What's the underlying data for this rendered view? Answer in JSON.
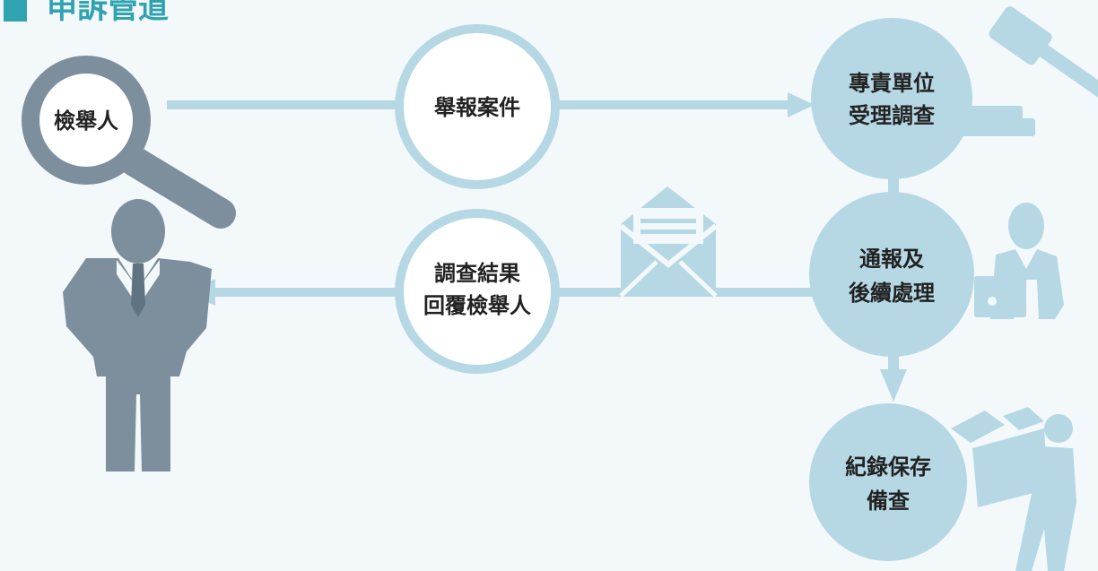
{
  "title": "申訴管道",
  "nodes": {
    "whistleblower": "檢舉人",
    "report_case": "舉報案件",
    "unit_line1": "專責單位",
    "unit_line2": "受理調查",
    "reply_line1": "調查結果",
    "reply_line2": "回覆檢舉人",
    "notify_line1": "通報及",
    "notify_line2": "後續處理",
    "archive_line1": "紀錄保存",
    "archive_line2": "備查"
  },
  "colors": {
    "background": "#f3f8fb",
    "accent": "#2fa3b0",
    "flow_light": "#b5d8e4",
    "figure_gray": "#7d8f9c"
  },
  "icons": [
    "magnifier-icon",
    "businessman-icon",
    "gavel-icon",
    "envelope-icon",
    "laptop-worker-icon",
    "box-carrier-icon"
  ]
}
